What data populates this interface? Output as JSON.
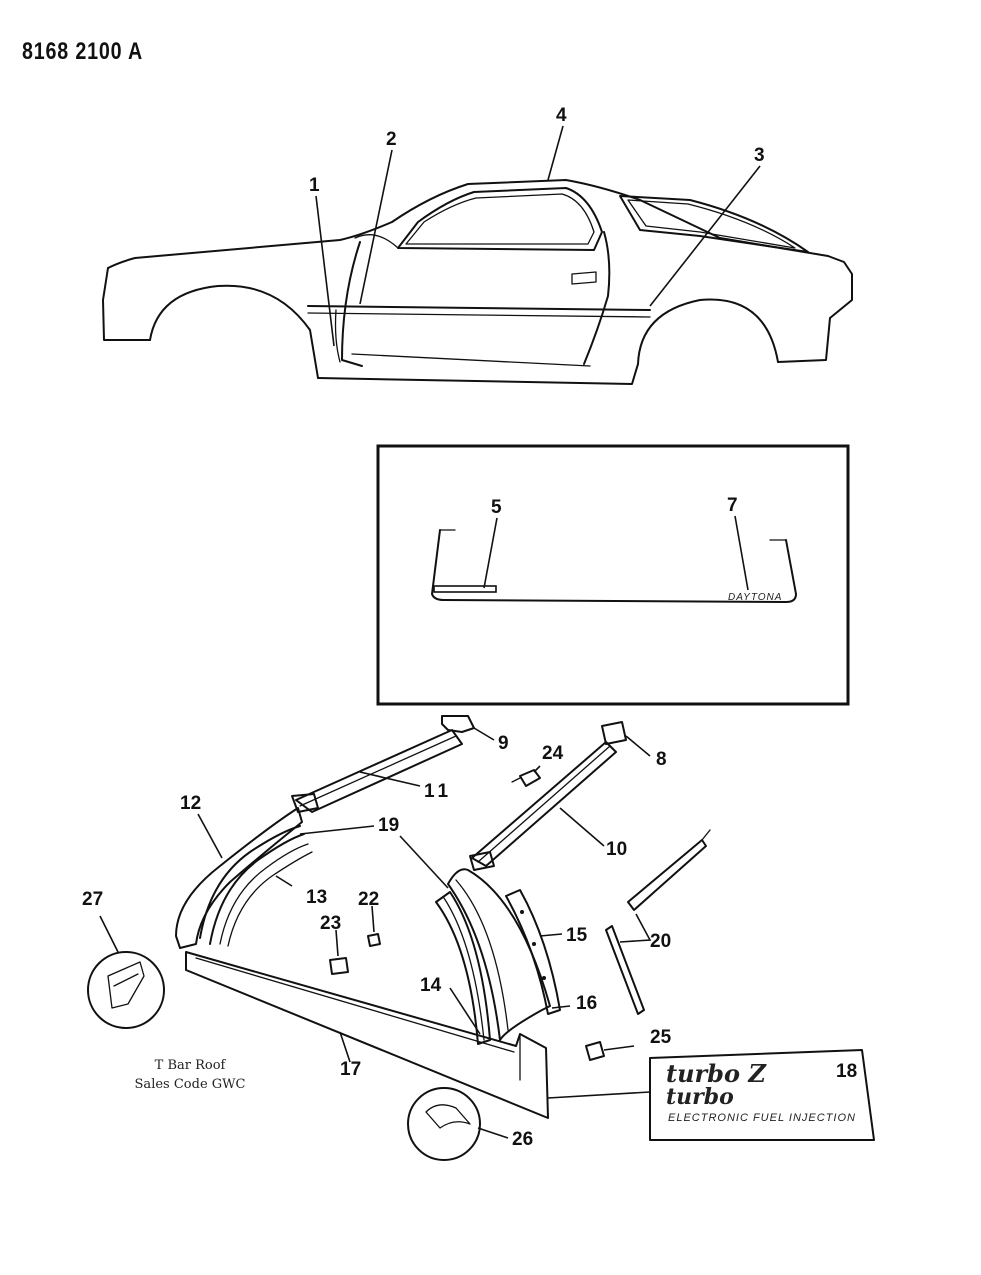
{
  "document_id": "8168 2100 A",
  "callouts": [
    "1",
    "2",
    "3",
    "4",
    "5",
    "7",
    "8",
    "9",
    "10",
    "11",
    "12",
    "13",
    "14",
    "15",
    "16",
    "17",
    "18",
    "19",
    "20",
    "22",
    "23",
    "24",
    "25",
    "26",
    "27"
  ],
  "inset_emblem_text": "DAYTONA",
  "decal": {
    "line1": "turbo Z",
    "line2": "turbo",
    "line3": "ELECTRONIC FUEL INJECTION"
  },
  "note": {
    "line1": "T Bar Roof",
    "line2": "Sales Code GWC"
  }
}
